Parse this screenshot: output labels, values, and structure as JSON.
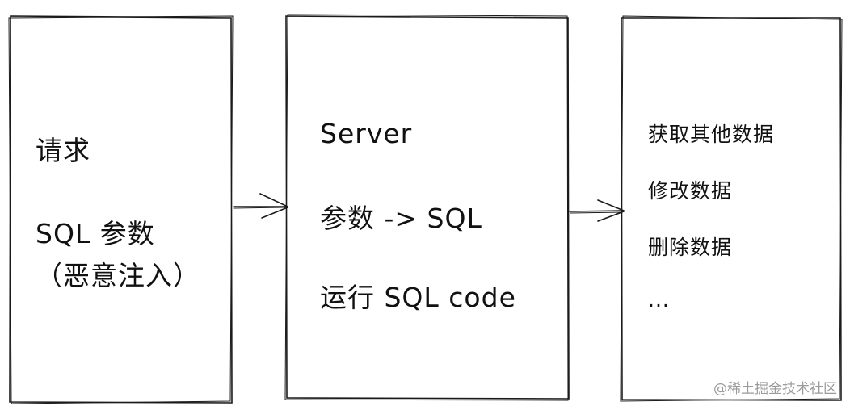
{
  "boxes": {
    "left": {
      "line1": "请求",
      "line2": "SQL 参数",
      "line3": "（恶意注入）"
    },
    "middle": {
      "line1": "Server",
      "line2": "参数 -> SQL",
      "line3": "运行 SQL code"
    },
    "right": {
      "line1": "获取其他数据",
      "line2": "修改数据",
      "line3": "删除数据",
      "line4": "..."
    }
  },
  "watermark": "@稀土掘金技术社区"
}
